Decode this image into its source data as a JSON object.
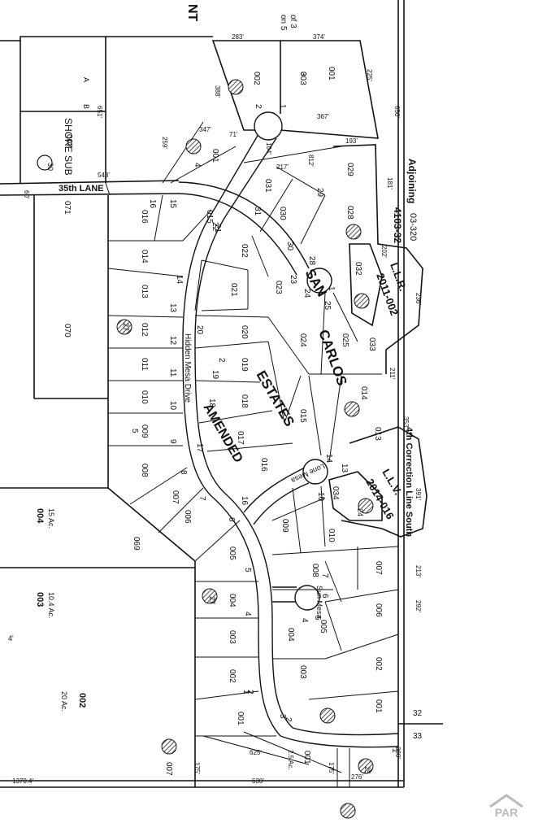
{
  "subdivision": {
    "name_words": [
      "SAN",
      "CARLOS",
      "ESTATES",
      "AMENDED"
    ],
    "roads": {
      "lane": "35th LANE",
      "hidden": "Hidden Mesa Drive",
      "lone": "Lone Mesa",
      "sun": "Sun Mesa"
    }
  },
  "margin_notes": {
    "top_right_1": "of 3",
    "top_right_2": "on 5",
    "top_corner": "NT",
    "adjoining": "Adjoining",
    "adjoining_no": "4103-32",
    "adjoining_no2": "03-320",
    "correction": "4th Correction Line South",
    "llr_label": "L.L.R.",
    "llr_no": "2011-002",
    "llv_label": "L.L.V.",
    "llv_no": "2014-016",
    "sec_32": "32",
    "sec_33": "33",
    "shore_sub": "SHORE SUB",
    "side_a": "A",
    "side_b": "B",
    "side_4": "4'"
  },
  "west_parcels": [
    {
      "id": "004",
      "area": "15 Ac."
    },
    {
      "id": "003",
      "area": "10.4 Ac."
    },
    {
      "id": "002",
      "area": "20 Ac."
    }
  ],
  "dimensions": {
    "d283": "283'",
    "d374": "374'",
    "d225": "225'",
    "d388": "388'",
    "d367": "367'",
    "d347": "347'",
    "d259": "259'",
    "d193": "193'",
    "d217": "217'",
    "d812": "812'",
    "d181": "181'",
    "d202": "202'",
    "d236": "236'",
    "d211": "211'",
    "d650": "650'",
    "d651": "651'",
    "d543": "543'",
    "d60": "60'",
    "d104": "104'",
    "d71": "71'",
    "d625": "625'",
    "d630": "630'",
    "d1370": "1370.4'",
    "d175a": "175'",
    "d175b": "175'",
    "d290": "290'",
    "d276": "276'",
    "d25ac": "2.5 Ac.",
    "d292": "292'",
    "d213": "213'",
    "d391": "391'",
    "d353": "353'"
  },
  "parcels": [
    "001",
    "002",
    "003",
    "004",
    "005",
    "006",
    "007",
    "008",
    "009",
    "010",
    "011",
    "012",
    "013",
    "014",
    "015",
    "016",
    "017",
    "018",
    "019",
    "020",
    "021",
    "022",
    "023",
    "024",
    "025",
    "028",
    "029",
    "030",
    "031",
    "032",
    "033",
    "034",
    "069",
    "070",
    "071"
  ],
  "lots": [
    "1",
    "2",
    "3",
    "4",
    "5",
    "6",
    "7",
    "8",
    "9",
    "10",
    "11",
    "12",
    "13",
    "14",
    "15",
    "16",
    "17",
    "18",
    "19",
    "20",
    "21",
    "22",
    "23",
    "24",
    "25",
    "28",
    "29",
    "30",
    "31"
  ],
  "stamps": [
    "27",
    "30",
    "24",
    "25"
  ],
  "watermark": "PAR"
}
